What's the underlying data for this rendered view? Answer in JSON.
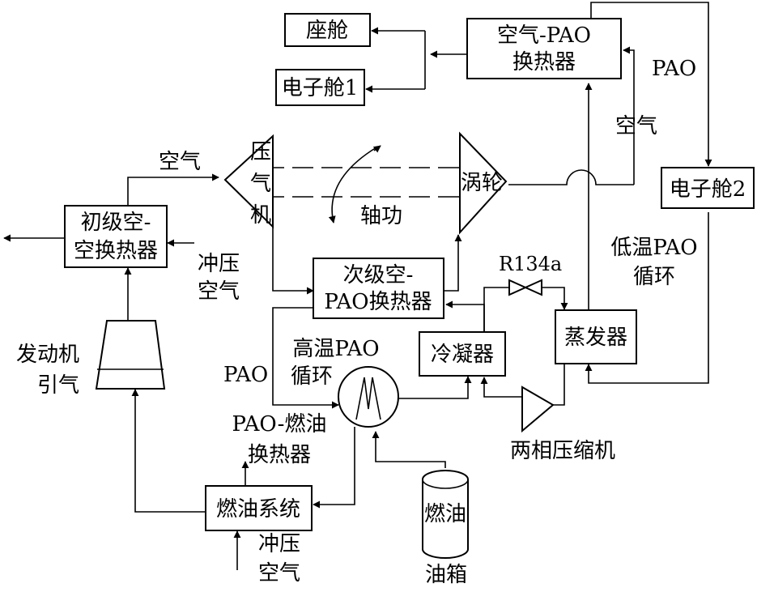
{
  "components": {
    "cabin": "座舱",
    "electronics_bay_1": "电子舱1",
    "air_pao_hx_line1": "空气-PAO",
    "air_pao_hx_line2": "换热器",
    "electronics_bay_2": "电子舱2",
    "compressor": [
      "压",
      "气",
      "机"
    ],
    "turbine": "涡轮",
    "primary_hx_line1": "初级空-",
    "primary_hx_line2": "空换热器",
    "secondary_hx_line1": "次级空-",
    "secondary_hx_line2": "PAO换热器",
    "condenser": "冷凝器",
    "evaporator": "蒸发器",
    "fuel_system": "燃油系统",
    "fuel_tank_line1": "燃油",
    "fuel_tank_line2": "油箱",
    "engine_bleed_line1": "发动机",
    "engine_bleed_line2": "引气",
    "two_phase_compressor": "两相压缩机",
    "pao_fuel_hx_line1": "PAO-燃油",
    "pao_fuel_hx_line2": "换热器"
  },
  "labels": {
    "air_top": "空气",
    "air_right": "空气",
    "pao_right": "PAO",
    "pao_left": "PAO",
    "shaft_work": "轴功",
    "ram_air_1_line1": "冲压",
    "ram_air_1_line2": "空气",
    "ram_air_2_line1": "冲压",
    "ram_air_2_line2": "空气",
    "r134a": "R134a",
    "low_temp_loop_line1": "低温PAO",
    "low_temp_loop_line2": "循环",
    "high_temp_loop_line1": "高温PAO",
    "high_temp_loop_line2": "循环"
  }
}
